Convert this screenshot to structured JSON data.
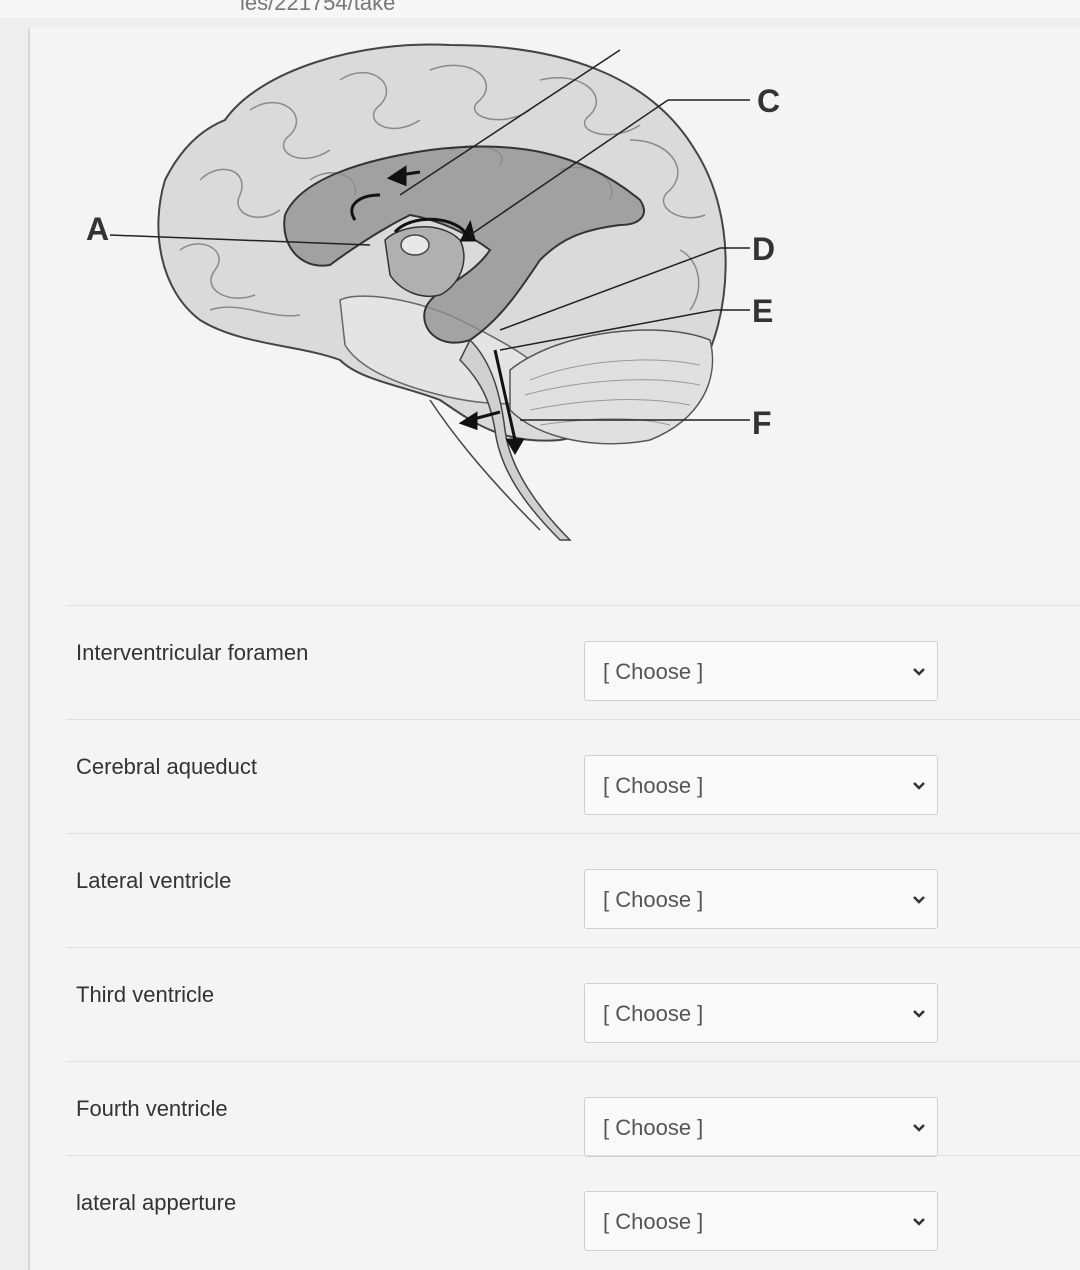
{
  "browser": {
    "url_fragment": "ies/221754/take"
  },
  "diagram": {
    "labels": {
      "a": "A",
      "c": "C",
      "d": "D",
      "e": "E",
      "f": "F"
    }
  },
  "questions": [
    {
      "label": "Interventricular foramen",
      "selected": "[ Choose ]"
    },
    {
      "label": "Cerebral aqueduct",
      "selected": "[ Choose ]"
    },
    {
      "label": "Lateral ventricle",
      "selected": "[ Choose ]"
    },
    {
      "label": "Third ventricle",
      "selected": "[ Choose ]"
    },
    {
      "label": "Fourth ventricle",
      "selected": "[ Choose ]"
    },
    {
      "label": "lateral apperture",
      "selected": "[ Choose ]"
    }
  ]
}
